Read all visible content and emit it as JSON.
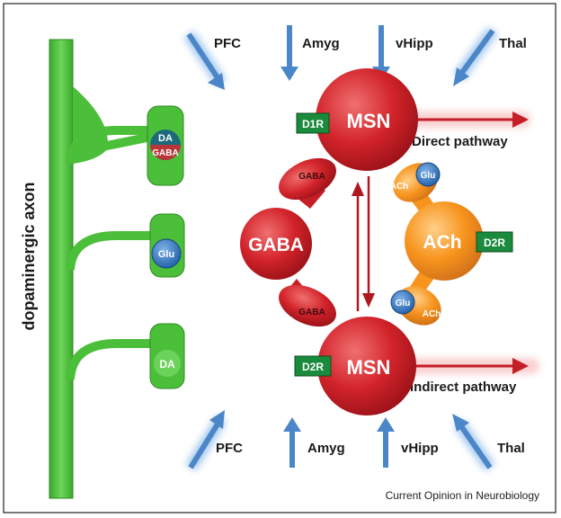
{
  "credit": "Current Opinion in Neurobiology",
  "axon": {
    "label": "dopaminergic axon",
    "terminals": [
      {
        "top": "DA",
        "bottom": "GABA"
      },
      {
        "label": "Glu"
      },
      {
        "label": "DA"
      }
    ]
  },
  "inputs_top": [
    "PFC",
    "Amyg",
    "vHipp",
    "Thal"
  ],
  "inputs_bottom": [
    "PFC",
    "Amyg",
    "vHipp",
    "Thal"
  ],
  "msn_top": {
    "label": "MSN",
    "receptor": "D1R",
    "pathway": "Direct pathway"
  },
  "msn_bottom": {
    "label": "MSN",
    "receptor": "D2R",
    "pathway": "Indirect pathway"
  },
  "gaba_neuron": {
    "label": "GABA",
    "upper_terminal": "GABA",
    "lower_terminal": "GABA"
  },
  "ach_neuron": {
    "label": "ACh",
    "receptor": "D2R",
    "upper": {
      "glu": "Glu",
      "ach": "ACh"
    },
    "lower": {
      "glu": "Glu",
      "ach": "ACh"
    }
  },
  "colors": {
    "axon_green": "#4cbf3a",
    "msn_red": "#d2232a",
    "ach_orange": "#f7941d",
    "glu_blue": "#2a6fb8",
    "receptor_green": "#1a8a3c",
    "arrow_blue": "#4a86c8"
  }
}
